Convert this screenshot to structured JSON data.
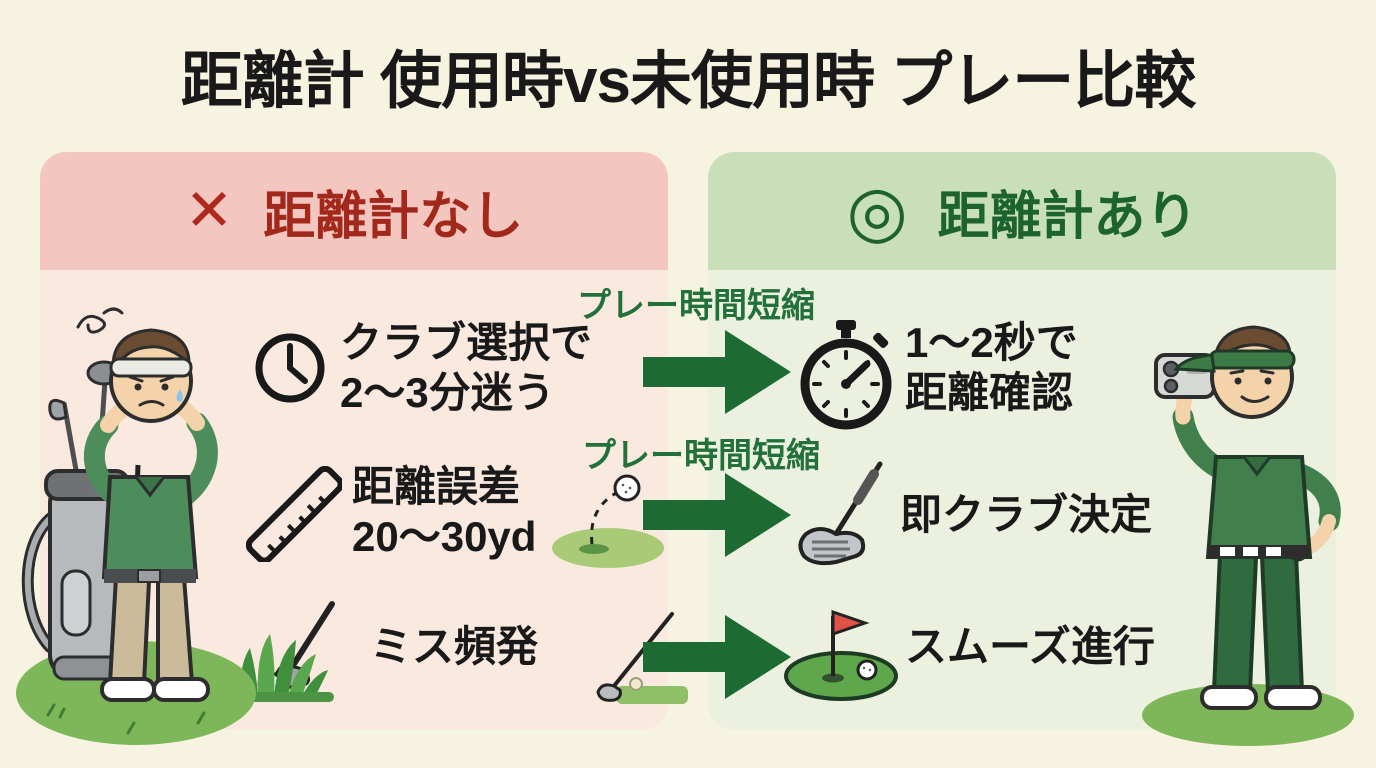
{
  "title": "距離計 使用時vs未使用時 プレー比較",
  "colors": {
    "background": "#f7f3e1",
    "panel_no_bg": "#f9e9df",
    "panel_no_header_bg": "#f4c6c0",
    "panel_no_text": "#a3281c",
    "panel_yes_bg": "#ebf0df",
    "panel_yes_header_bg": "#c8dfba",
    "panel_yes_text": "#1d6330",
    "arrow_green": "#1d6a33",
    "body_text": "#191919"
  },
  "panel_no": {
    "mark": "✕",
    "header": "距離計なし",
    "items": [
      {
        "icon": "clock-icon",
        "lines": [
          "クラブ選択で",
          "2〜3分迷う"
        ]
      },
      {
        "icon": "ruler-icon",
        "lines": [
          "距離誤差",
          "20〜30yd"
        ]
      },
      {
        "icon": "grass-stuck-club-icon",
        "lines": [
          "ミス頻発"
        ]
      }
    ]
  },
  "panel_yes": {
    "mark": "◎",
    "header": "距離計あり",
    "items": [
      {
        "icon": "stopwatch-icon",
        "lines": [
          "1〜2秒で",
          "距離確認"
        ]
      },
      {
        "icon": "iron-club-icon",
        "lines": [
          "即クラブ決定"
        ]
      },
      {
        "icon": "green-with-flag-icon",
        "lines": [
          "スムーズ進行"
        ]
      }
    ]
  },
  "arrows": [
    {
      "label": "プレー時間短縮"
    },
    {
      "label": "プレー時間短縮"
    },
    {
      "label": ""
    }
  ],
  "illustrations": {
    "left": "confused-golfer",
    "right": "golfer-using-rangefinder"
  }
}
